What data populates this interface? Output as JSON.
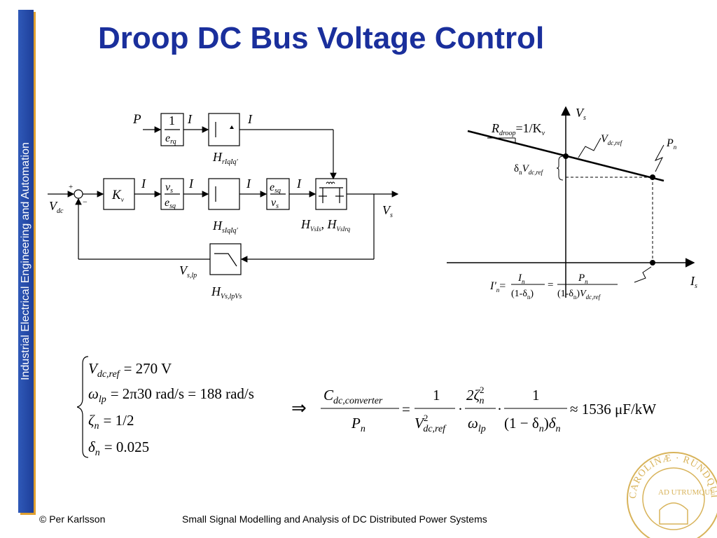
{
  "slide": {
    "title": "Droop DC Bus Voltage Control",
    "sidebar_text": "Industrial Electrical Engineering and Automation",
    "footer_left": "© Per Karlsson",
    "footer_center": "Small Signal Modelling and Analysis of DC Distributed Power Systems",
    "accent_color": "#1a2f9c",
    "sidebar_color": "#2b54b0",
    "sidebar_shadow_color": "#e0a030"
  },
  "block_diagram": {
    "input_top": "P",
    "block_1": {
      "num": "1",
      "den": "e",
      "den_sub": "rq"
    },
    "signal_irq_ref": "I",
    "signal_irq_out": "I",
    "label_h_top": "H",
    "label_h_top_sub": "rIqIq'",
    "input_ref": "V",
    "input_ref_sub": "dc",
    "gain": "K",
    "gain_sub": "v",
    "signal_is_ref": "I",
    "block_2": {
      "num": "v",
      "num_sub": "s",
      "den": "e",
      "den_sub": "sq"
    },
    "signal_isq_ref": "I",
    "signal_isq": "I",
    "block_3": {
      "num": "e",
      "num_sub": "sq",
      "den": "v",
      "den_sub": "s"
    },
    "signal_is": "I",
    "label_h_mid": "H",
    "label_h_mid_sub": "sIqIq'",
    "label_h_vs": "H",
    "label_h_vs_sub1": "VsIs",
    "label_h_vs_sub2": "VsIrq",
    "output": "V",
    "output_sub": "s",
    "feedback": "V",
    "feedback_sub": "s,lp",
    "label_h_lp": "H",
    "label_h_lp_sub": "Vs,lpVs",
    "plus": "+",
    "minus": "−"
  },
  "droop_plot": {
    "y_label": "V",
    "y_sub": "s",
    "x_label": "I",
    "x_sub": "s",
    "r_droop": "R",
    "r_droop_sub": "droop",
    "r_droop_eq": "=1/K",
    "r_droop_eq_sub": "v",
    "vdc_ref": "V",
    "vdc_ref_sub": "dc,ref",
    "pn": "P",
    "pn_sub": "n",
    "delta_label": "δ",
    "delta_sub": "n",
    "delta_v": "V",
    "delta_v_sub": "dc,ref",
    "in_prime": "I'",
    "in_prime_sub": "n",
    "frac1_num": "I",
    "frac1_num_sub": "n",
    "frac1_den": "(1-δ",
    "frac1_den_sub": "n",
    "frac2_num": "P",
    "frac2_num_sub": "n",
    "frac2_den": "(1-δ",
    "frac2_den_sub": "n",
    "frac2_den_v": "V",
    "frac2_den_v_sub": "dc,ref"
  },
  "equations": {
    "vdcref": "V",
    "vdcref_sub": "dc,ref",
    "vdcref_val": "= 270 V",
    "omega": "ω",
    "omega_sub": "lp",
    "omega_val": "= 2π30 rad/s = 188 rad/s",
    "zeta": "ζ",
    "zeta_sub": "n",
    "zeta_val": "= 1/2",
    "delta": "δ",
    "delta_sub": "n",
    "delta_val": "= 0.025",
    "implies": "⇒",
    "cdc": "C",
    "cdc_sub": "dc,converter",
    "pn": "P",
    "pn_sub": "n",
    "one": "1",
    "v2": "V",
    "v2_sub": "dc,ref",
    "two_zeta": "2ζ",
    "omega_lp": "ω",
    "omega_lp_sub": "lp",
    "one_minus_delta": "(1 − δ",
    "result": "≈ 1536 μF/kW"
  },
  "seal": {
    "text_top": "CAROLINÆ · RUNDQUIANÆ · SIGILL",
    "text_inner": "AD UTRUMQUE"
  }
}
